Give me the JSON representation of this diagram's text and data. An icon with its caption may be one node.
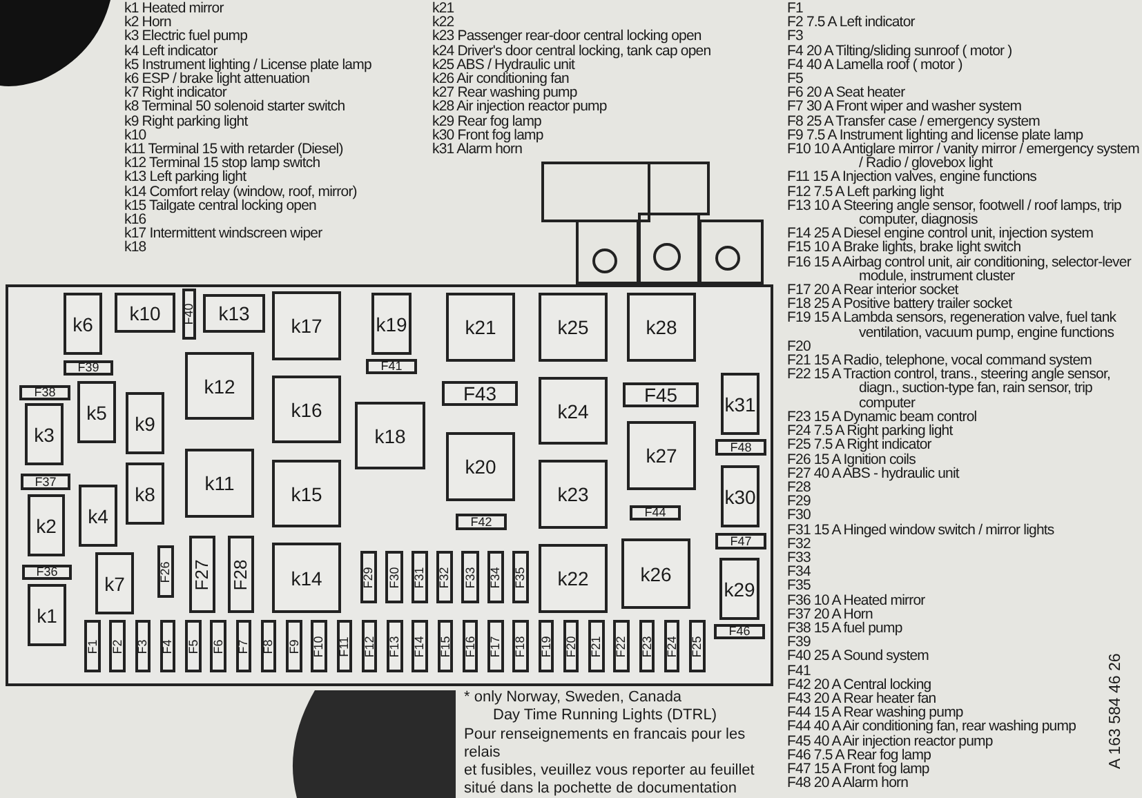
{
  "diagram": {
    "nodes": [
      {
        "text": [],
        "shape": "box"
      },
      {
        "text": [
          "k6"
        ],
        "in": 0
      },
      {
        "text": [
          "k10"
        ],
        "in": 0
      },
      {
        "text": [
          "F40"
        ],
        "in": 0
      },
      {
        "text": [
          "k13"
        ],
        "in": 0
      },
      {
        "text": [
          "k17"
        ],
        "in": 0
      },
      {
        "text": [
          "k19"
        ],
        "in": 0
      },
      {
        "text": [
          "k21"
        ],
        "in": 0
      },
      {
        "text": [
          "k25"
        ],
        "in": 0
      },
      {
        "text": [
          "k28"
        ],
        "in": 0
      },
      {
        "text": [
          "F39"
        ],
        "in": 0
      },
      {
        "text": [
          "F41"
        ],
        "in": 0
      },
      {
        "text": [
          "k12"
        ],
        "in": 0
      },
      {
        "text": [
          "F38"
        ],
        "in": 0
      },
      {
        "text": [
          "k5"
        ],
        "in": 0
      },
      {
        "text": [
          "k16"
        ],
        "in": 0
      },
      {
        "text": [
          "F43"
        ],
        "in": 0
      },
      {
        "text": [
          "k24"
        ],
        "in": 0
      },
      {
        "text": [
          "F45"
        ],
        "in": 0
      },
      {
        "text": [
          "k31"
        ],
        "in": 0
      },
      {
        "text": [
          "k9"
        ],
        "in": 0
      },
      {
        "text": [
          "k18"
        ],
        "in": 0
      },
      {
        "text": [
          "k3"
        ],
        "in": 0
      },
      {
        "text": [
          "k27"
        ],
        "in": 0
      },
      {
        "text": [
          "k20"
        ],
        "in": 0
      },
      {
        "text": [
          "F48"
        ],
        "in": 0
      },
      {
        "text": [
          "k11"
        ],
        "in": 0
      },
      {
        "text": [
          "k8"
        ],
        "in": 0
      },
      {
        "text": [
          "k15"
        ],
        "in": 0
      },
      {
        "text": [
          "k23"
        ],
        "in": 0
      },
      {
        "text": [
          "k30"
        ],
        "in": 0
      },
      {
        "text": [
          "F37"
        ],
        "in": 0
      },
      {
        "text": [
          "k4"
        ],
        "in": 0
      },
      {
        "text": [
          "k2"
        ],
        "in": 0
      },
      {
        "text": [
          "F44"
        ],
        "in": 0
      },
      {
        "text": [
          "F42"
        ],
        "in": 0
      },
      {
        "text": [
          "F47"
        ],
        "in": 0
      },
      {
        "text": [
          "F27"
        ],
        "in": 0
      },
      {
        "text": [
          "F28"
        ],
        "in": 0
      },
      {
        "text": [
          "k26"
        ],
        "in": 0
      },
      {
        "text": [
          "k14"
        ],
        "in": 0
      },
      {
        "text": [
          "k22"
        ],
        "in": 0
      },
      {
        "text": [
          "F26"
        ],
        "in": 0
      },
      {
        "text": [
          "F29"
        ],
        "in": 0
      },
      {
        "text": [
          "F30"
        ],
        "in": 0
      },
      {
        "text": [
          "F31"
        ],
        "in": 0
      },
      {
        "text": [
          "F32"
        ],
        "in": 0
      },
      {
        "text": [
          "F33"
        ],
        "in": 0
      },
      {
        "text": [
          "F34"
        ],
        "in": 0
      },
      {
        "text": [
          "F35"
        ],
        "in": 0
      },
      {
        "text": [
          "k7"
        ],
        "in": 0
      },
      {
        "text": [
          "k29"
        ],
        "in": 0
      },
      {
        "text": [
          "F36"
        ],
        "in": 0
      },
      {
        "text": [
          "k1"
        ],
        "in": 0
      },
      {
        "text": [
          "F46"
        ],
        "in": 0
      },
      {
        "text": [
          "F1"
        ],
        "in": 0
      },
      {
        "text": [
          "F2"
        ],
        "in": 0
      },
      {
        "text": [
          "F3"
        ],
        "in": 0
      },
      {
        "text": [
          "F4"
        ],
        "in": 0
      },
      {
        "text": [
          "F5"
        ],
        "in": 0
      },
      {
        "text": [
          "F6"
        ],
        "in": 0
      },
      {
        "text": [
          "F7"
        ],
        "in": 0
      },
      {
        "text": [
          "F8"
        ],
        "in": 0
      },
      {
        "text": [
          "F9"
        ],
        "in": 0
      },
      {
        "text": [
          "F10"
        ],
        "in": 0
      },
      {
        "text": [
          "F11"
        ],
        "in": 0
      },
      {
        "text": [
          "F12"
        ],
        "in": 0
      },
      {
        "text": [
          "F13"
        ],
        "in": 0
      },
      {
        "text": [
          "F14"
        ],
        "in": 0
      },
      {
        "text": [
          "F15"
        ],
        "in": 0
      },
      {
        "text": [
          "F16"
        ],
        "in": 0
      },
      {
        "text": [
          "F17"
        ],
        "in": 0
      },
      {
        "text": [
          "F18"
        ],
        "in": 0
      },
      {
        "text": [
          "F19"
        ],
        "in": 0
      },
      {
        "text": [
          "F20"
        ],
        "in": 0
      },
      {
        "text": [
          "F21"
        ],
        "in": 0
      },
      {
        "text": [
          "F22"
        ],
        "in": 0
      },
      {
        "text": [
          "F23"
        ],
        "in": 0
      },
      {
        "text": [
          "F24"
        ],
        "in": 0
      },
      {
        "text": [
          "F25"
        ],
        "in": 0
      }
    ],
    "labels": [
      "k1 Heated mirror",
      "k2 Horn",
      "k3 Electric fuel pump",
      "k4 Left indicator",
      "k5 Instrument lighting / License plate lamp",
      "k6 ESP / brake light attenuation",
      "k7 Right indicator",
      "k8 Terminal 50 solenoid starter switch",
      "k9 Right parking light",
      "k10",
      "k11 Terminal 15 with retarder (Diesel)",
      "k12 Terminal 15 stop lamp switch",
      "k13 Left parking light",
      "k14 Comfort relay (window, roof, mirror)",
      "k15 Tailgate central locking open",
      "k16",
      "k17 Intermittent windscreen wiper",
      "k18",
      "k21",
      "k22",
      "k23 Passenger rear-door central locking open",
      "k24 Driver's door central locking, tank cap open",
      "k25 ABS / Hydraulic unit",
      "k26 Air conditioning fan",
      "k27 Rear washing pump",
      "k28 Air injection reactor pump",
      "k29 Rear fog lamp",
      "k30 Front fog lamp",
      "k31 Alarm horn",
      "F1",
      "F2 7.5 A Left indicator",
      "F3",
      "F4 20 A Tilting/sliding sunroof ( motor )",
      "F4 40 A Lamella roof ( motor )",
      "F5",
      "F6 20 A Seat heater",
      "F7 30 A Front wiper and washer system",
      "F8 25 A Transfer case / emergency system",
      "F9 7.5 A Instrument lighting and license plate lamp",
      "F10 10 A Antiglare mirror / vanity mirror / emergency system / Radio / glovebox light",
      "F11 15 A Injection valves, engine functions",
      "F12 7.5 A Left parking light",
      "F13 10 A Steering angle sensor, footwell / roof lamps, trip computer, diagnosis",
      "F14 25 A Diesel engine control unit, injection system",
      "F15 10 A Brake lights, brake light switch",
      "F16 15 A Airbag control unit, air conditioning, selector-lever module, instrument cluster",
      "F17 20 A Rear interior socket",
      "F18 25 A Positive battery trailer socket",
      "F19 15 A Lambda sensors, regeneration valve, fuel tank ventilation, vacuum pump, engine functions",
      "F20",
      "F21 15 A Radio, telephone, vocal command system",
      "F22 15 A Traction control, trans., steering angle sensor, diagn., suction-type fan, rain sensor, trip computer",
      "F23 15 A Dynamic beam control",
      "F24 7.5 A Right parking light",
      "F25 7.5 A Right indicator",
      "F26 15 A Ignition coils",
      "F27 40 A ABS - hydraulic unit",
      "F28",
      "F29",
      "F30",
      "F31 15 A Hinged window switch / mirror lights",
      "F32",
      "F33",
      "F34",
      "F35",
      "F36 10 A Heated mirror",
      "F37 20 A Horn",
      "F38 15 A fuel pump",
      "F39",
      "F40 25 A Sound system",
      "F41",
      "F42 20 A Central locking",
      "F43 20 A Rear heater fan",
      "F44 15 A Rear washing pump",
      "F44 40 A Air conditioning fan, rear washing pump",
      "F45 40 A Air injection reactor pump",
      "F46 7.5 A Rear fog lamp",
      "F47 15 A Front fog lamp",
      "F48 20 A Alarm horn",
      "* only Norway, Sweden, Canada",
      "Day Time Running Lights (DTRL)",
      "Pour renseignements en francais pour les relais",
      "et fusibles, veuillez vous reporter au feuillet",
      "situé dans la pochette de documentation",
      "A 163 584 46 26"
    ]
  }
}
